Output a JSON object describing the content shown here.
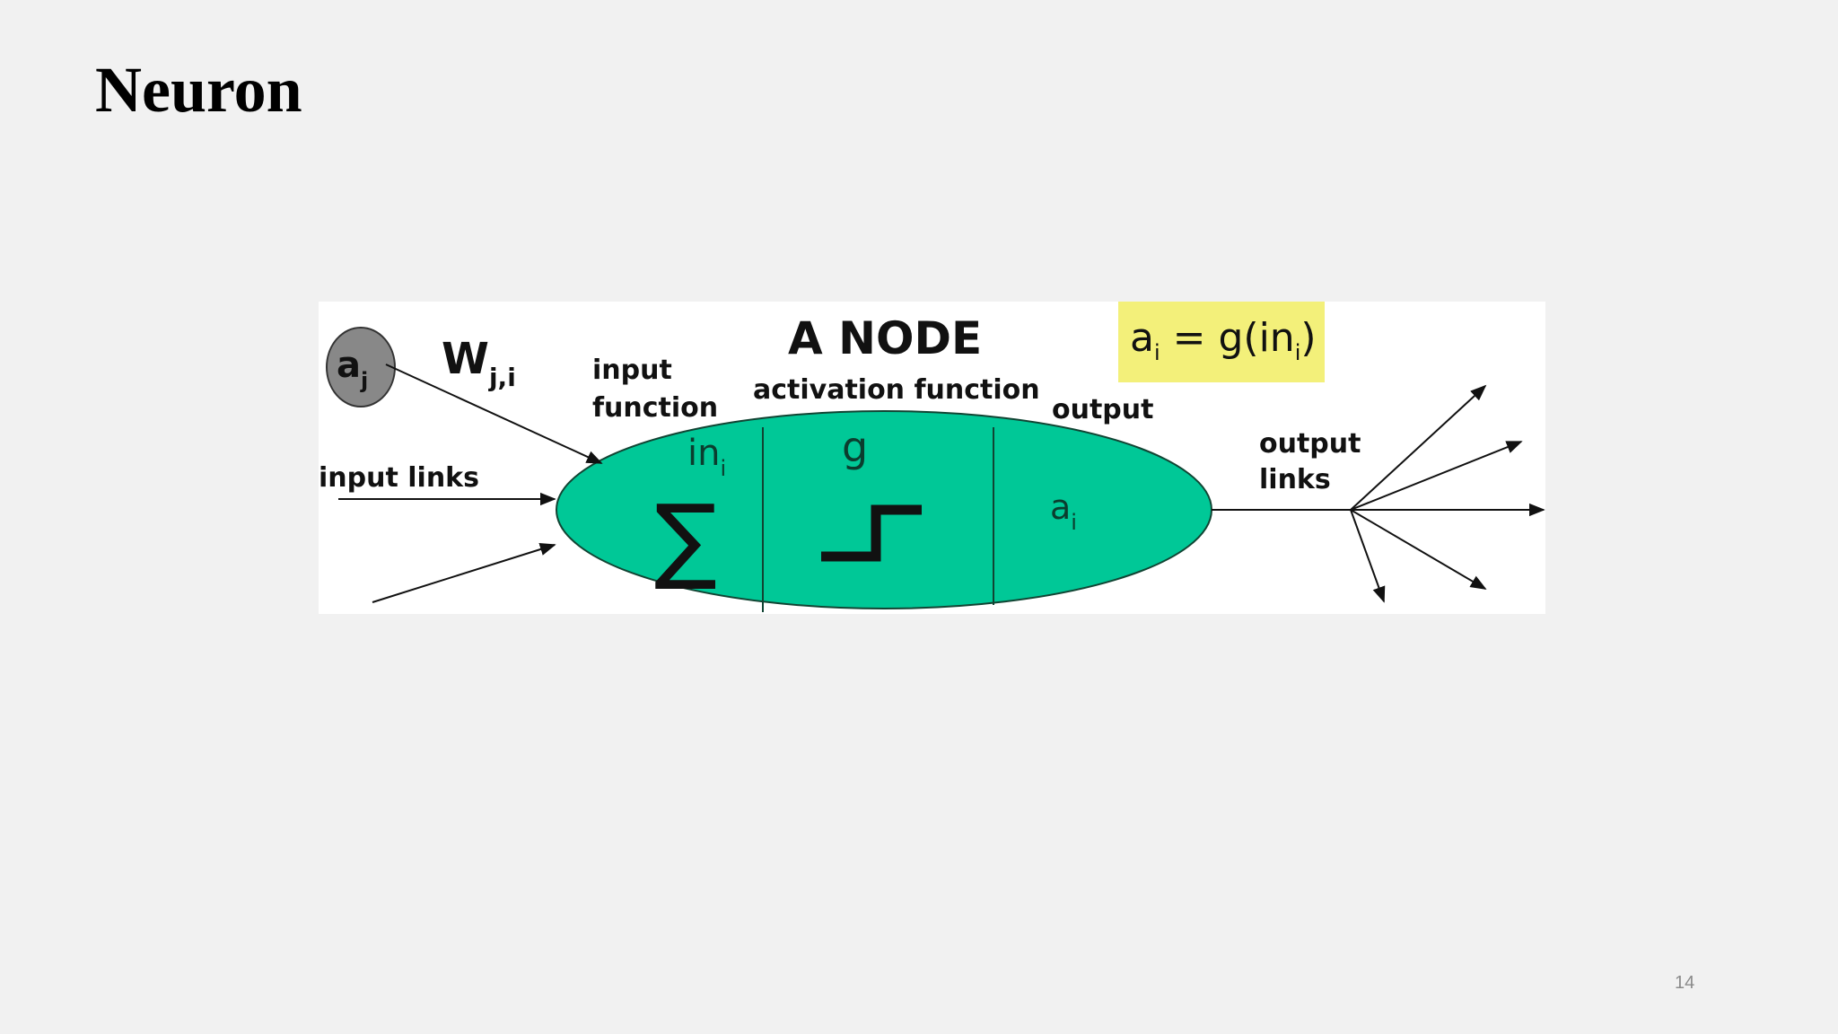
{
  "slide": {
    "title": "Neuron",
    "page_number": "14"
  },
  "diagram": {
    "title": "A NODE",
    "formula": {
      "lhs_base": "a",
      "lhs_sub": "i",
      "equals": " = g(in",
      "rhs_sub": "i",
      "close": ")"
    },
    "input_node": {
      "base": "a",
      "sub": "j"
    },
    "weight": {
      "base": "W",
      "sub": "j,i"
    },
    "labels": {
      "input_function_line1": "input",
      "input_function_line2": "function",
      "activation_function": "activation function",
      "output": "output",
      "input_links": "input links",
      "output_links_line1": "output",
      "output_links_line2": "links"
    },
    "node_sections": {
      "input_value": {
        "base": "in",
        "sub": "i"
      },
      "sum_symbol": "∑",
      "activation_symbol": "g",
      "output_value": {
        "base": "a",
        "sub": "i"
      }
    },
    "colors": {
      "node_fill": "#00c897",
      "formula_bg": "#f3f07a",
      "input_node_fill": "#888888",
      "background": "#ffffff"
    }
  }
}
